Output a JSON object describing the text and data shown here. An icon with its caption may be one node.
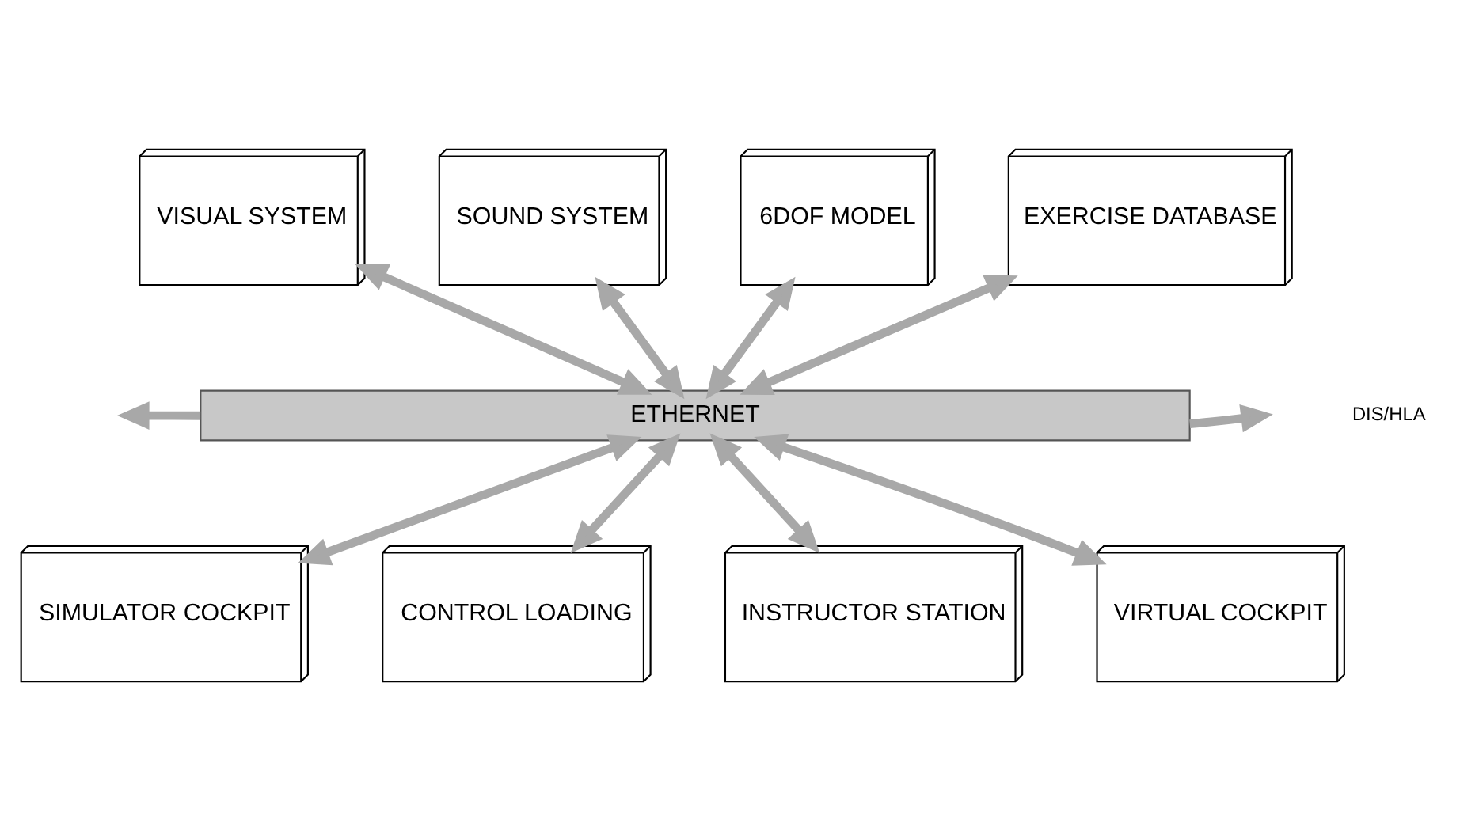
{
  "diagram": {
    "nodes": [
      {
        "text": [
          "VISUAL SYSTEM"
        ]
      },
      {
        "text": [
          "SOUND SYSTEM"
        ]
      },
      {
        "text": [
          "6DOF MODEL"
        ]
      },
      {
        "text": [
          "EXERCISE DATABASE"
        ]
      },
      {
        "text": [
          "ETHERNET"
        ]
      },
      {
        "text": [
          "SIMULATOR COCKPIT"
        ]
      },
      {
        "text": [
          "CONTROL LOADING"
        ]
      },
      {
        "text": [
          "INSTRUCTOR STATION"
        ]
      },
      {
        "text": [
          "VIRTUAL COCKPIT"
        ]
      }
    ],
    "edges": [
      {
        "from": 0,
        "to": 4,
        "arrow": "both"
      },
      {
        "from": 1,
        "to": 4,
        "arrow": "both"
      },
      {
        "from": 2,
        "to": 4,
        "arrow": "both"
      },
      {
        "from": 3,
        "to": 4,
        "arrow": "both"
      },
      {
        "from": 4,
        "to": 5,
        "arrow": "both"
      },
      {
        "from": 4,
        "to": 6,
        "arrow": "both"
      },
      {
        "from": 4,
        "to": 7,
        "arrow": "both"
      },
      {
        "from": 4,
        "to": 8,
        "arrow": "both"
      },
      {
        "from": 4,
        "to": null,
        "arrow": "to"
      },
      {
        "from": 4,
        "to": null,
        "arrow": "to"
      }
    ],
    "labels": [
      "DIS/HLA"
    ]
  }
}
